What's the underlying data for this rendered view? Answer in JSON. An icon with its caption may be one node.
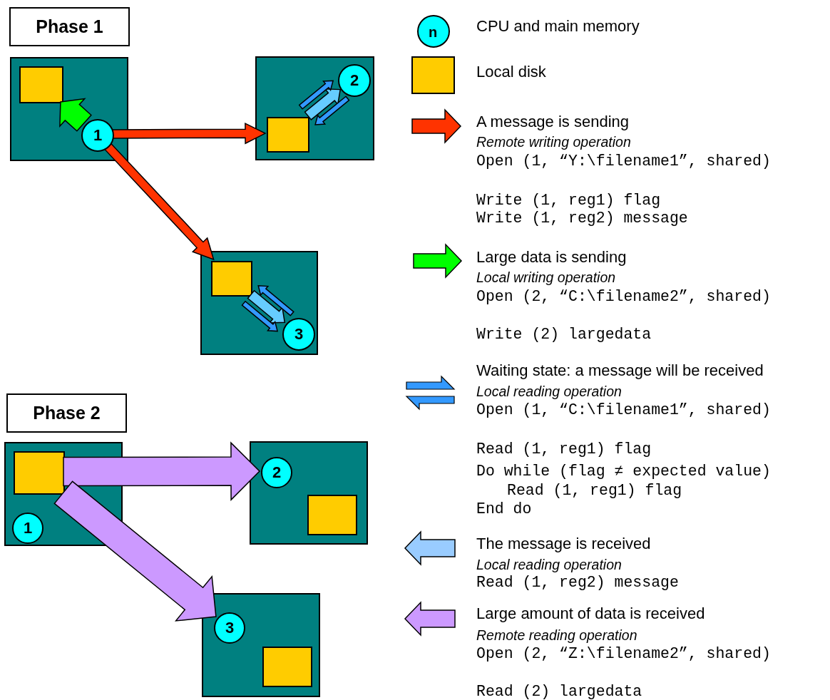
{
  "diagram": {
    "nodes": [
      {
        "text": [
          "Phase 1"
        ]
      },
      {
        "text": [],
        "shape": "box"
      },
      {
        "text": [],
        "shape": "box",
        "in": 1
      },
      {
        "text": [
          "1"
        ],
        "in": 1
      },
      {
        "text": [],
        "shape": "box"
      },
      {
        "text": [],
        "shape": "box",
        "in": 4
      },
      {
        "text": [
          "2"
        ],
        "in": 4
      },
      {
        "text": [],
        "shape": "box"
      },
      {
        "text": [],
        "shape": "box",
        "in": 7
      },
      {
        "text": [
          "3"
        ],
        "in": 7
      },
      {
        "text": [
          "Phase 2"
        ]
      },
      {
        "text": [],
        "shape": "box"
      },
      {
        "text": [],
        "shape": "box",
        "in": 11
      },
      {
        "text": [
          "1"
        ],
        "in": 11
      },
      {
        "text": [],
        "shape": "box"
      },
      {
        "text": [
          "2"
        ],
        "in": 14
      },
      {
        "text": [],
        "shape": "box",
        "in": 14
      },
      {
        "text": [],
        "shape": "box"
      },
      {
        "text": [
          "3"
        ],
        "in": 17
      },
      {
        "text": [],
        "shape": "box",
        "in": 17
      }
    ],
    "edges": [
      {
        "from": 3,
        "to": 2,
        "arrow": "to",
        "color": "#00ff00"
      },
      {
        "from": 3,
        "to": 5,
        "arrow": "to",
        "color": "#ff3300"
      },
      {
        "from": 3,
        "to": 8,
        "arrow": "to",
        "color": "#ff3300"
      },
      {
        "from": 5,
        "to": 6,
        "arrow": "to",
        "color": "#66ccff"
      },
      {
        "from": 8,
        "to": 9,
        "arrow": "to",
        "color": "#66ccff"
      },
      {
        "from": 12,
        "to": 15,
        "arrow": "to",
        "color": "#cc99ff"
      },
      {
        "from": 12,
        "to": 18,
        "arrow": "to",
        "color": "#cc99ff"
      },
      {
        "from": 5,
        "to": 6,
        "arrow": "to",
        "color": "#3399ff"
      },
      {
        "from": 6,
        "to": 5,
        "arrow": "to",
        "color": "#3399ff"
      },
      {
        "from": 9,
        "to": 8,
        "arrow": "to",
        "color": "#3399ff"
      },
      {
        "from": 8,
        "to": 9,
        "arrow": "to",
        "color": "#3399ff"
      }
    ],
    "labels": [
      "n",
      "Remote writing operation",
      "Open (1, “Y:\\filename1”, shared)",
      "Write (1, reg1) flag",
      "Write (1, reg2) message",
      "Local writing operation",
      "Open (2, “C:\\filename2”, shared)",
      "Write (2) largedata",
      "Local reading operation",
      "Open (1, “C:\\filename1”, shared)",
      "Read (1, reg1) flag",
      "Do while (flag ≠ expected value)",
      "Read (1, reg1) flag",
      "End do",
      "Local reading operation",
      "Read (1, reg2) message",
      "Remote reading operation",
      "Open (2, “Z:\\filename2”, shared)",
      "Read (2) largedata"
    ],
    "legend": [
      {
        "text": "CPU and main memory",
        "color": "#00ffff"
      },
      {
        "text": "Local disk",
        "color": "#ffcc00"
      },
      {
        "text": "A message is sending",
        "color": "#ff3300"
      },
      {
        "text": "Large data is sending",
        "color": "#00ff00"
      },
      {
        "text": "Waiting state: a message will be received",
        "color": "#3399ff"
      },
      {
        "text": "The message is received",
        "color": "#99ccff"
      },
      {
        "text": "Large amount of data is received",
        "color": "#cc99ff"
      }
    ]
  }
}
